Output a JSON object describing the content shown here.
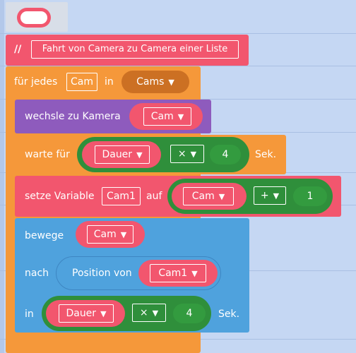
{
  "comment": {
    "marker": "//",
    "text": "Fahrt von Camera zu Camera einer Liste"
  },
  "foreach": {
    "label": "für jedes",
    "var": "Cam",
    "in": "in",
    "list": "Cams"
  },
  "switch_camera": {
    "label": "wechsle zu Kamera",
    "value": "Cam"
  },
  "wait": {
    "label": "warte für",
    "var": "Dauer",
    "op": "×",
    "number": "4",
    "unit": "Sek."
  },
  "set_var": {
    "label": "setze Variable",
    "var": "Cam1",
    "to": "auf",
    "value": "Cam",
    "op": "+",
    "number": "1"
  },
  "move": {
    "label": "bewege",
    "value": "Cam",
    "to_label": "nach",
    "position_label": "Position von",
    "position_value": "Cam1",
    "in_label": "in",
    "duration_var": "Dauer",
    "op": "×",
    "number": "4",
    "unit": "Sek."
  },
  "colors": {
    "workspace": "#c5d7f3",
    "comment_red": "#f2566e",
    "loop_orange": "#f5983a",
    "camera_purple": "#8e5bbd",
    "math_green": "#2f8f3b",
    "motion_blue": "#4fa2dd"
  }
}
